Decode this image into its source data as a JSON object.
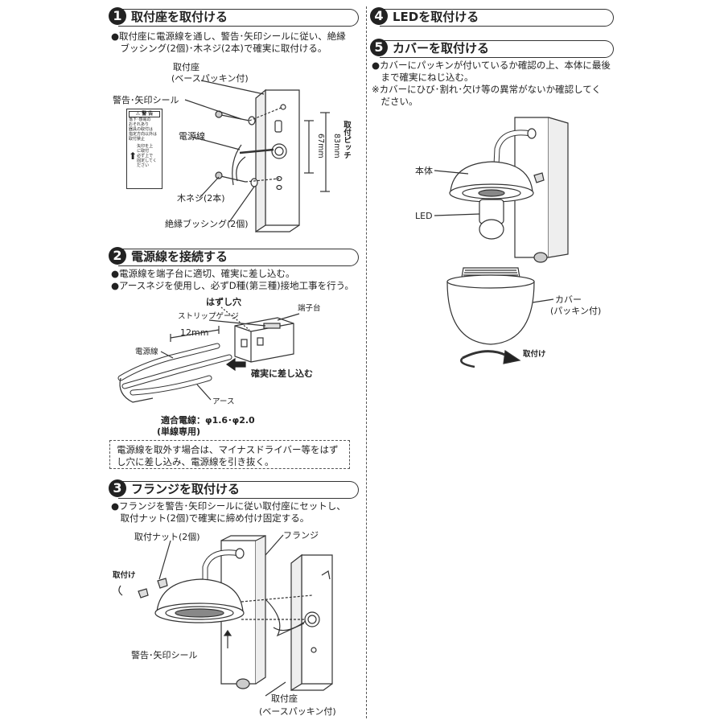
{
  "steps": [
    {
      "num": "1",
      "title": "取付座を取付ける"
    },
    {
      "num": "2",
      "title": "電源線を接続する"
    },
    {
      "num": "3",
      "title": "フランジを取付ける"
    },
    {
      "num": "4",
      "title": "LEDを取付ける"
    },
    {
      "num": "5",
      "title": "カバーを取付ける"
    }
  ],
  "step1": {
    "text_lines": [
      "●取付座に電源線を通し、警告･矢印シールに従い、絶縁",
      "　ブッシング(2個)･木ネジ(2本)で確実に取付ける。"
    ],
    "labels": {
      "base_line1": "取付座",
      "base_line2": "(ベースパッキン付)",
      "warning_seal": "警告･矢印シール",
      "power_line": "電源線",
      "wood_screw": "木ネジ(2本)",
      "bushing": "絶縁ブッシング(2個)",
      "dim_67": "67mm",
      "pitch_label": "取付ピッチ",
      "pitch_value": "83mm",
      "seal_header": "警 告",
      "seal_lines": [
        "落下･感電の",
        "おそれあり",
        "器具の取付は",
        "指定方向以外は",
        "取付禁止"
      ],
      "seal_arrow_lines": [
        "矢印を上",
        "に取付",
        "必ず上で",
        "固定してください"
      ]
    }
  },
  "step2": {
    "text_lines": [
      "●電源線を端子台に適切、確実に差し込む。",
      "●アースネジを使用し、必ずD種(第三種)接地工事を行う。"
    ],
    "labels": {
      "release_hole": "はずし穴",
      "strip_gauge": "ストリップゲージ",
      "terminal": "端子台",
      "length": "12mm",
      "power_line": "電源線",
      "insert": "確実に差し込む",
      "earth": "アース",
      "wire_label": "適合電線：φ1.6･φ2.0",
      "wire_note": "(単線専用)"
    },
    "note_lines": [
      "電源線を取外す場合は、マイナスドライバー等をはず",
      "し穴に差し込み、電源線を引き抜く。"
    ]
  },
  "step3": {
    "text_lines": [
      "●フランジを警告･矢印シールに従い取付座にセットし、",
      "　取付ナット(2個)で確実に締め付け固定する。"
    ],
    "labels": {
      "nut": "取付ナット(2個)",
      "flange": "フランジ",
      "attach": "取付け",
      "warning_seal": "警告･矢印シール",
      "base_line1": "取付座",
      "base_line2": "(ベースパッキン付)"
    }
  },
  "step5": {
    "text_lines": [
      "●カバーにパッキンが付いているか確認の上、本体に最後",
      "　まで確実にねじ込む。",
      "※カバーにひび･割れ･欠け等の異常がないか確認してく",
      "　ださい。"
    ],
    "labels": {
      "body": "本体",
      "led": "LED",
      "cover_line1": "カバー",
      "cover_line2": "(パッキン付)",
      "attach": "取付け"
    }
  }
}
